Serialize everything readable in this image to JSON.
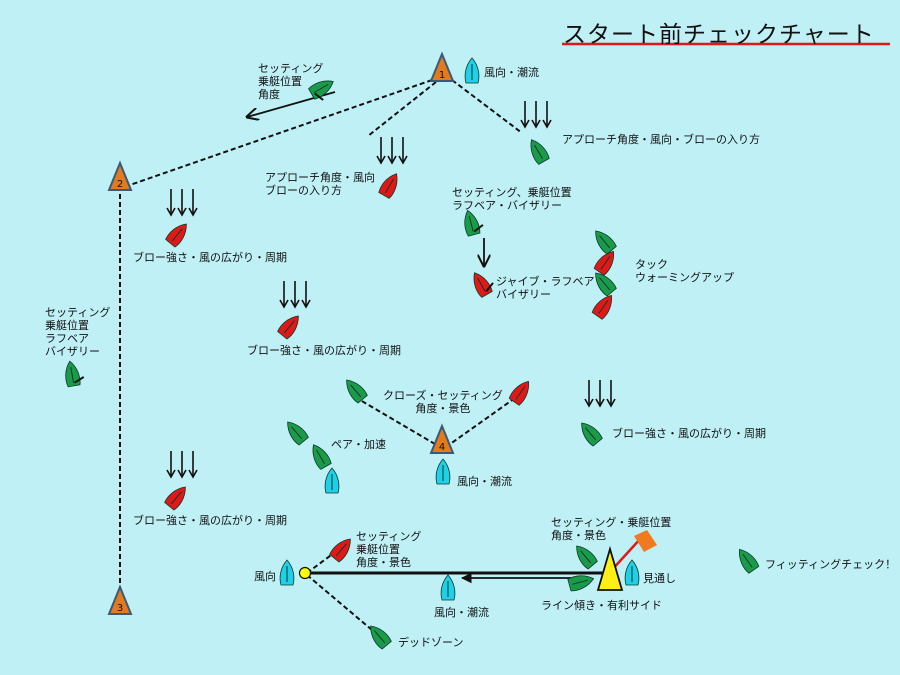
{
  "title": "スタート前チェックチャート",
  "marks": {
    "m1": "1",
    "m2": "2",
    "m3": "3",
    "m4": "4"
  },
  "labels": {
    "top_setting": "セッティング\n乗艇位置\n角度",
    "mark1_wind": "風向・潮流",
    "approach_right": "アプローチ角度・風向・ブローの入り方",
    "approach_left": "アプローチ角度・風向\nブローの入り方",
    "setting_lift": "セッティング、乗艇位置\nラフベア・バイザリー",
    "gybe": "ジャイブ・ラフベア\nバイザリー",
    "tack": "タック\nウォーミングアップ",
    "blow1": "ブロー強さ・風の広がり・周期",
    "blow2": "ブロー強さ・風の広がり・周期",
    "blow3": "ブロー強さ・風の広がり・周期",
    "blow4": "ブロー強さ・風の広がり・周期",
    "left_setting": "セッティング\n乗艇位置\nラフベア\nバイザリー",
    "close": "クローズ・セッティング\n角度・景色",
    "pair": "ペア・加速",
    "mark4_wind": "風向・潮流",
    "start_setting": "セッティング\n乗艇位置\n角度・景色",
    "committee_setting": "セッティング・乗艇位置\n角度・景色",
    "pin_wind": "風向",
    "line_wind": "風向・潮流",
    "line_slope": "ライン傾き・有利サイド",
    "view": "見通し",
    "dead_zone": "デッドゾーン",
    "fitting": "フィッティングチェック！"
  },
  "colors": {
    "background": "#bff0f6",
    "mark_orange": "#e57a1a",
    "mark_outline": "#3b5a78",
    "boat_green": "#1b9a4a",
    "boat_red": "#e01818",
    "boat_cyan": "#1fd0e8",
    "title_underline": "#e01818",
    "committee_yellow": "#ffef16",
    "flag_orange": "#f07a20",
    "pin_yellow": "#ffff00"
  },
  "icons": [
    "mark-buoy-icon",
    "sailboat-icon",
    "wind-arrows-icon",
    "committee-boat-icon",
    "flag-icon"
  ]
}
